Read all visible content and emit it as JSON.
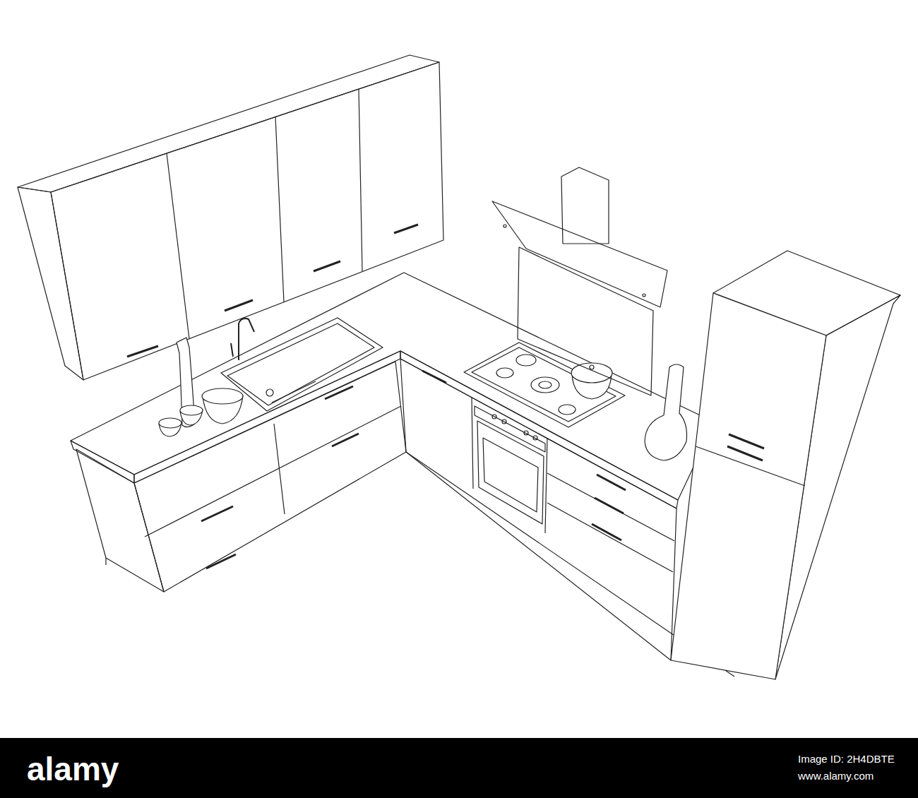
{
  "diagram": {
    "labels": [
      "alamy",
      "Image ID: 2H4DBTE",
      "www.alamy.com"
    ]
  }
}
